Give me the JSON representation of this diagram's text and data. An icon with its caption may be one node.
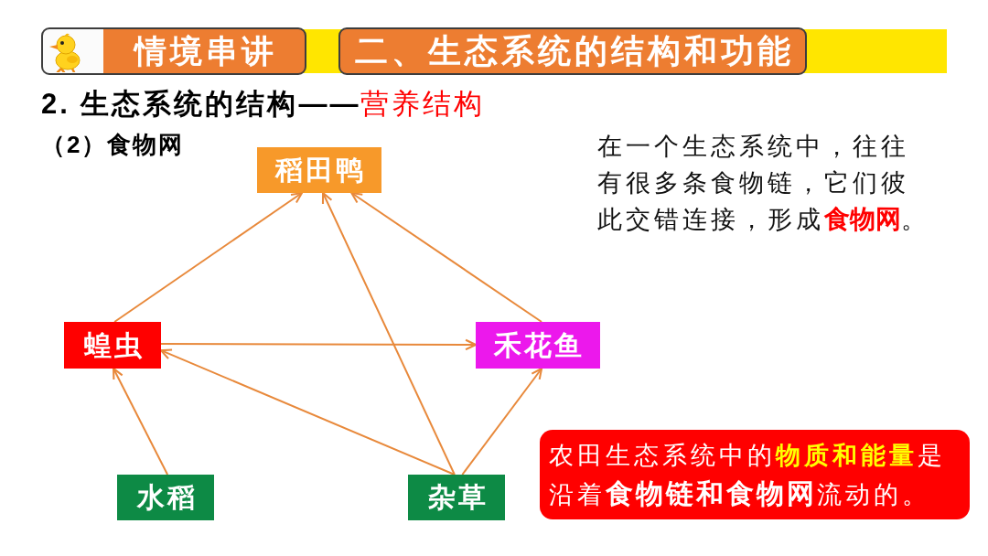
{
  "diagram": {
    "title": "**2. 生态系统的结构——**营养结构",
    "nodes": [
      {
        "text": [
          "情境串讲"
        ]
      },
      {
        "text": [
          "二、生态系统的结构和功能"
        ]
      },
      {
        "text": [
          "稻田鸭"
        ]
      },
      {
        "text": [
          "蝗虫"
        ]
      },
      {
        "text": [
          "禾花鱼"
        ]
      },
      {
        "text": [
          "水稻"
        ]
      },
      {
        "text": [
          "杂草"
        ]
      },
      {
        "text": [
          "农田生态系统中的**物质和能量**是沿着**食物链和食物网**流动的。"
        ]
      }
    ],
    "edges": [
      {
        "from": 3,
        "to": 2,
        "arrow": "to"
      },
      {
        "from": 6,
        "to": 2,
        "arrow": "to"
      },
      {
        "from": 4,
        "to": 2,
        "arrow": "to"
      },
      {
        "from": 3,
        "to": 4,
        "arrow": "to"
      },
      {
        "from": 6,
        "to": 3,
        "arrow": "to"
      },
      {
        "from": 5,
        "to": 3,
        "arrow": "to"
      },
      {
        "from": 6,
        "to": 4,
        "arrow": "to"
      }
    ],
    "labels": [
      "（2）食物网",
      "在一个生态系统中，往往有很多条食物链，它们彼此交错连接，形成**食物网**。"
    ]
  }
}
